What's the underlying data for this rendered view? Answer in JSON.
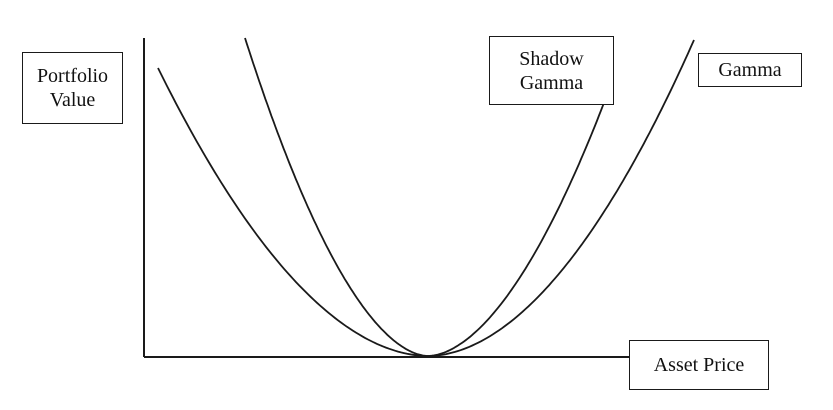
{
  "diagram": {
    "y_axis_label": [
      "Portfolio",
      "Value"
    ],
    "x_axis_label": "Asset Price",
    "curves": [
      {
        "name": "Shadow Gamma",
        "label_lines": [
          "Shadow",
          "Gamma"
        ]
      },
      {
        "name": "Gamma",
        "label_lines": [
          "Gamma"
        ]
      }
    ],
    "colors": {
      "ink": "#1a1a1a",
      "background": "#ffffff"
    }
  }
}
